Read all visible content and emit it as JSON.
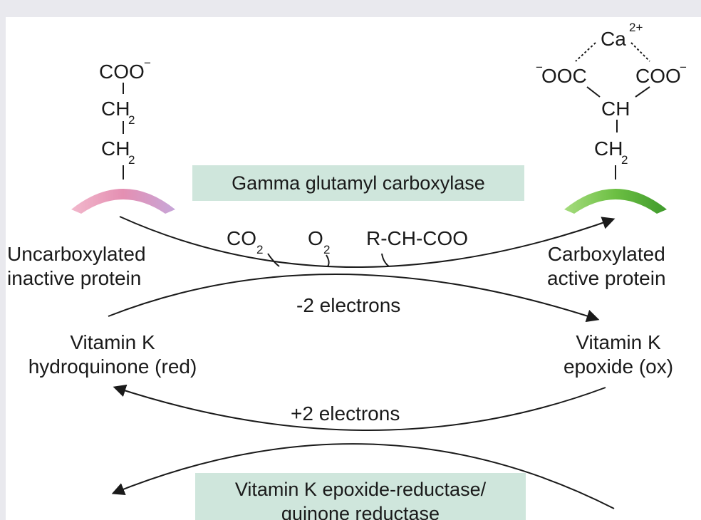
{
  "left_structure": {
    "coo": "COO",
    "coo_charge": "−",
    "ch2_a": "CH",
    "ch2_a_sub": "2",
    "ch2_b": "CH",
    "ch2_b_sub": "2"
  },
  "right_structure": {
    "calcium": "Ca",
    "calcium_charge": "2+",
    "left_carboxyl": "OOC",
    "left_carboxyl_charge": "−",
    "right_carboxyl": "COO",
    "right_carboxyl_charge": "−",
    "ch": "CH",
    "ch2": "CH",
    "ch2_sub": "2"
  },
  "enzymes": {
    "carboxylase": "Gamma glutamyl carboxylase",
    "reductase_line1": "Vitamin K epoxide-reductase/",
    "reductase_line2": "quinone reductase"
  },
  "cosubstrates": {
    "co2": "CO",
    "co2_sub": "2",
    "o2": "O",
    "o2_sub": "2",
    "rchcoo": "R-CH-COO"
  },
  "labels": {
    "uncarboxylated_line1": "Uncarboxylated",
    "uncarboxylated_line2": "inactive protein",
    "carboxylated_line1": "Carboxylated",
    "carboxylated_line2": "active protein",
    "minus_electrons": "-2 electrons",
    "plus_electrons": "+2 electrons",
    "hydroquinone_line1": "Vitamin K",
    "hydroquinone_line2": "hydroquinone (red)",
    "epoxide_line1": "Vitamin K",
    "epoxide_line2": "epoxide (ox)"
  },
  "colors": {
    "inactive_protein": "#e59ab8",
    "active_protein": "#7cc455",
    "enzyme_box": "#cfe6dc",
    "arrow": "#1a1a1a"
  }
}
